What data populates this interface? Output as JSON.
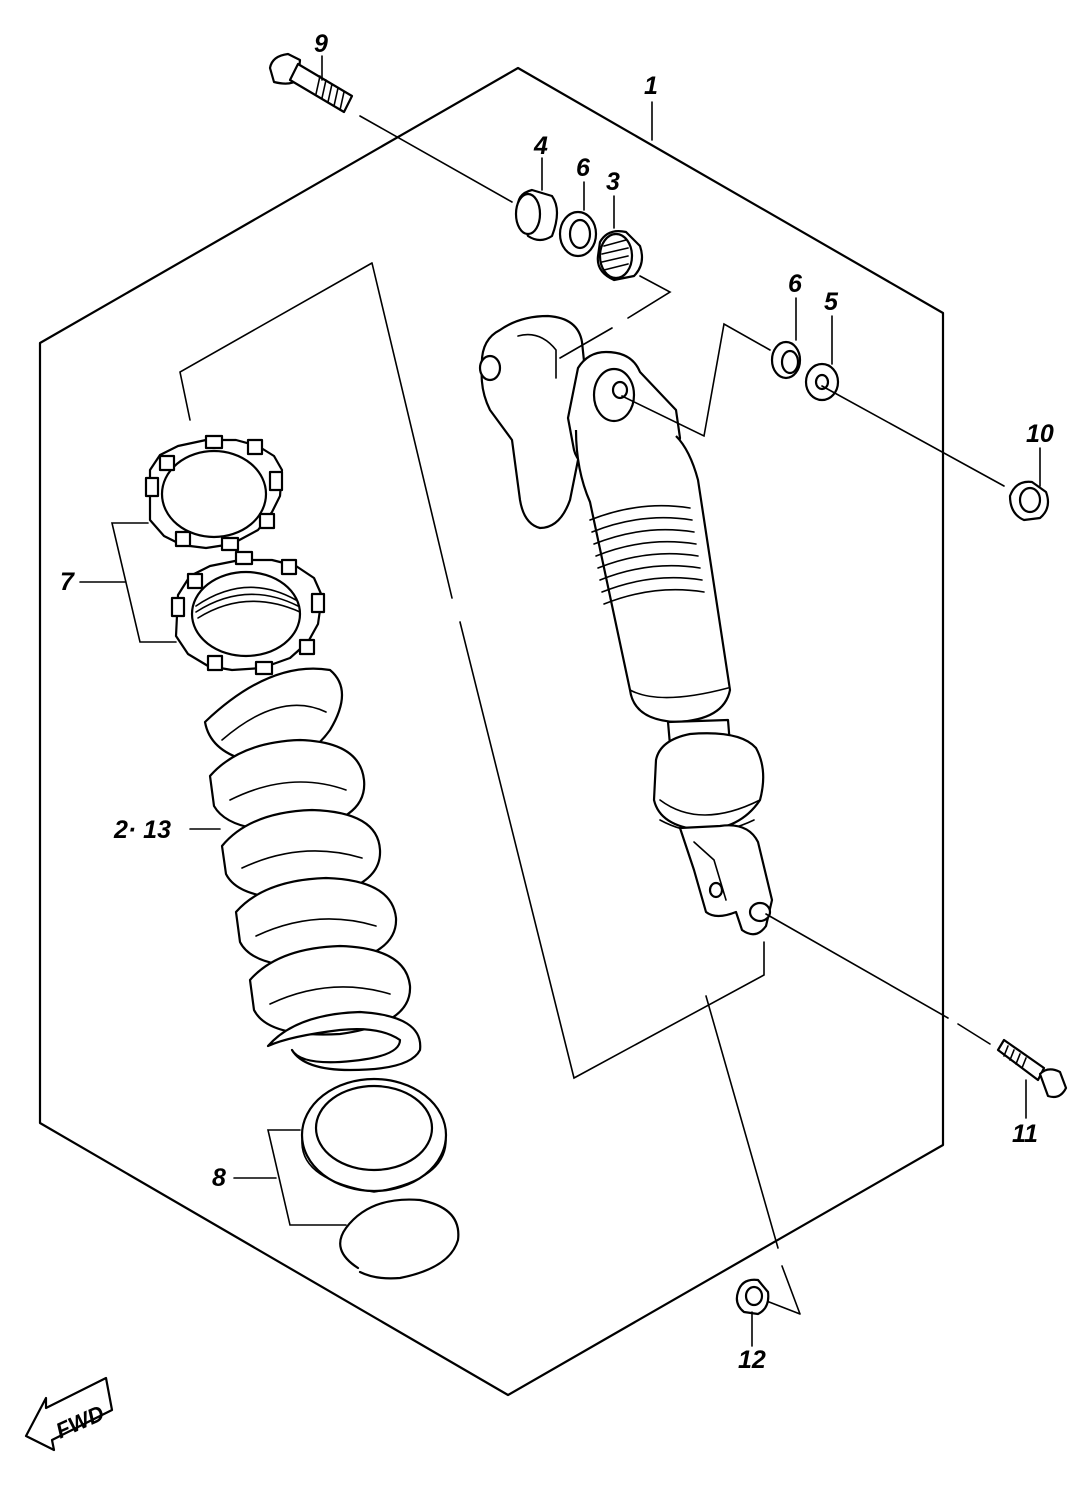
{
  "callouts": [
    {
      "id": "1",
      "label": "1"
    },
    {
      "id": "2-13",
      "label": "2· 13"
    },
    {
      "id": "3",
      "label": "3"
    },
    {
      "id": "4",
      "label": "4"
    },
    {
      "id": "5",
      "label": "5"
    },
    {
      "id": "6a",
      "label": "6"
    },
    {
      "id": "6b",
      "label": "6"
    },
    {
      "id": "7",
      "label": "7"
    },
    {
      "id": "8",
      "label": "8"
    },
    {
      "id": "9",
      "label": "9"
    },
    {
      "id": "10",
      "label": "10"
    },
    {
      "id": "11",
      "label": "11"
    },
    {
      "id": "12",
      "label": "12"
    }
  ],
  "fwd_label": "FWD",
  "line_color": "#000000",
  "background_color": "#ffffff"
}
